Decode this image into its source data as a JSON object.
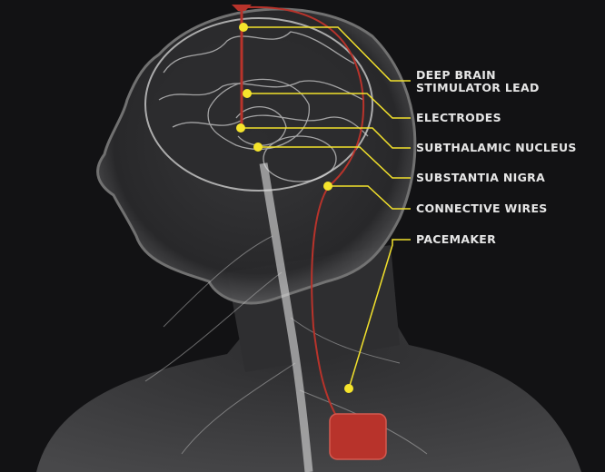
{
  "labels": {
    "deep_brain_line1": "DEEP BRAIN",
    "deep_brain_line2": "STIMULATOR LEAD",
    "electrodes": "ELECTRODES",
    "subthalamic": "SUBTHALAMIC NUCLEUS",
    "substantia": "SUBSTANTIA NIGRA",
    "connective": "CONNECTIVE WIRES",
    "pacemaker": "PACEMAKER"
  },
  "colors": {
    "callout": "#f2e12c",
    "lead": "#b8332b",
    "background": "#121214"
  }
}
